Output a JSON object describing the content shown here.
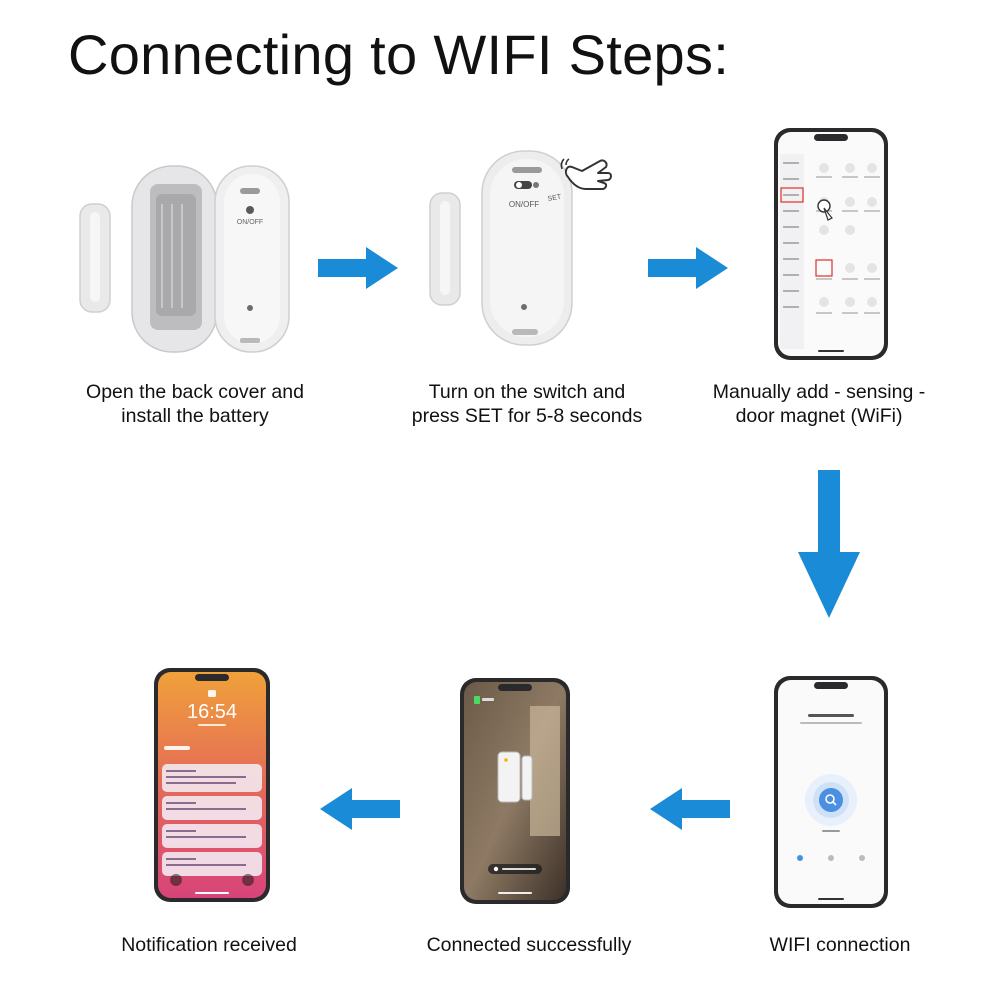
{
  "page": {
    "title": "Connecting to WIFI Steps:"
  },
  "steps": [
    {
      "caption_line1": "Open the back cover and",
      "caption_line2": "install the battery"
    },
    {
      "caption_line1": "Turn on the switch and",
      "caption_line2": "press SET for 5-8 seconds"
    },
    {
      "caption_line1": "Manually add - sensing -",
      "caption_line2": "door magnet (WiFi)"
    },
    {
      "caption_line1": "WIFI connection"
    },
    {
      "caption_line1": "Connected successfully"
    },
    {
      "caption_line1": "Notification received"
    }
  ],
  "device": {
    "switch_label": "ON/OFF",
    "set_label": "SET"
  },
  "lockscreen": {
    "time": "16:54"
  },
  "colors": {
    "arrow": "#1a8bd6",
    "lockscreen_top": "#f0a13a",
    "lockscreen_bottom": "#d8447a",
    "scan_circle": "#4a8fe0"
  },
  "icons": [
    "hand-press-icon",
    "arrow-right-icon",
    "arrow-down-icon",
    "arrow-left-icon",
    "search-icon"
  ]
}
